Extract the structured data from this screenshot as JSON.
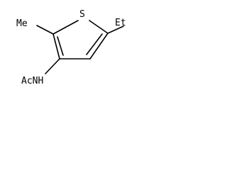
{
  "molecule": {
    "atoms": {
      "sulfur": "S",
      "methyl": "Me",
      "ethyl": "Et",
      "acetamido": "AcNH"
    },
    "line_color": "#000000",
    "background_color": "#ffffff"
  }
}
